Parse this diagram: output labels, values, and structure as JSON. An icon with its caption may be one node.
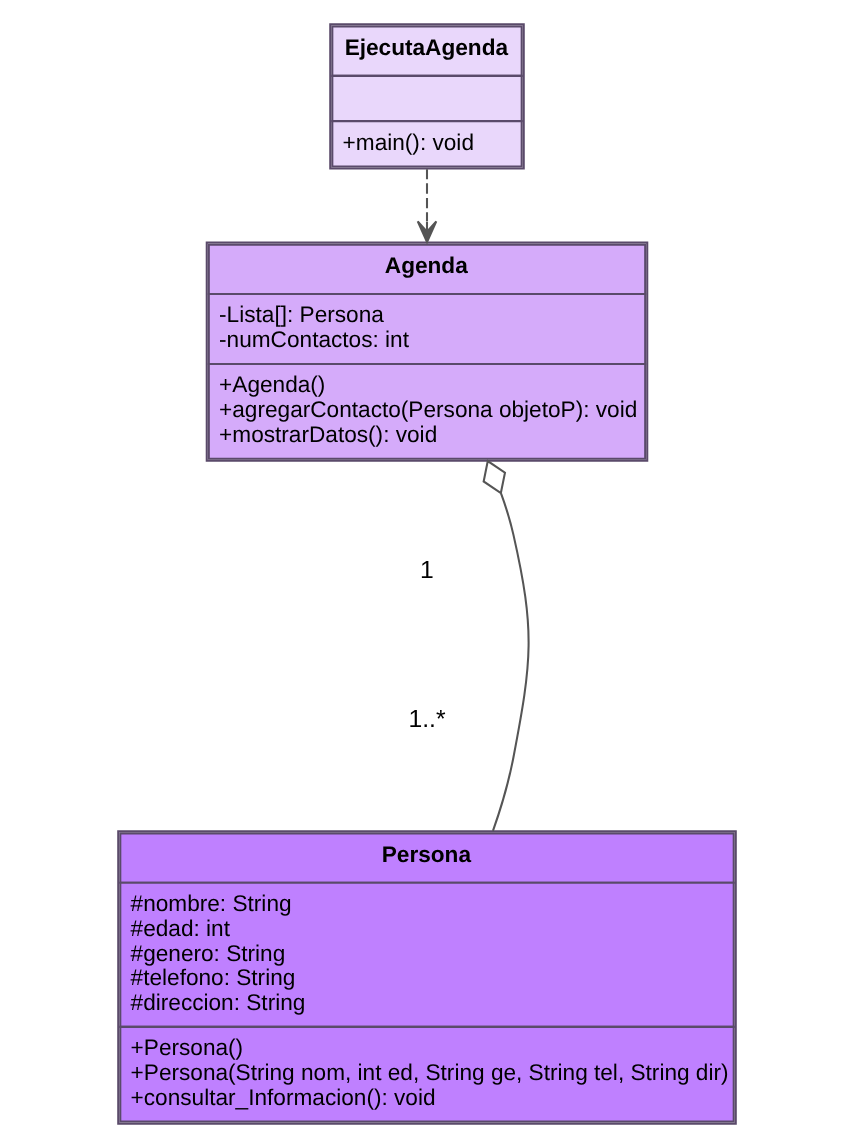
{
  "diagram": {
    "nodes": [
      {
        "text": [
          "EjecutaAgenda",
          "+main(): void"
        ]
      },
      {
        "text": [
          "Agenda",
          "-Lista[]: Persona",
          "-numContactos: int",
          "+Agenda()",
          "+agregarContacto(Persona objetoP): void",
          "+mostrarDatos(): void"
        ]
      },
      {
        "text": [
          "Persona",
          "#nombre: String",
          "#edad: int",
          "#genero: String",
          "#telefono: String",
          "#direccion: String",
          "+Persona()",
          "+Persona(String nom, int ed, String ge, String tel, String dir)",
          "+consultar_Informacion(): void"
        ]
      }
    ],
    "edges": [
      {
        "from": 0,
        "to": 1,
        "arrow": "to",
        "style": "dashed"
      },
      {
        "from": 2,
        "to": 1,
        "arrow": "other"
      }
    ],
    "labels": [
      "1",
      "1..*"
    ]
  }
}
